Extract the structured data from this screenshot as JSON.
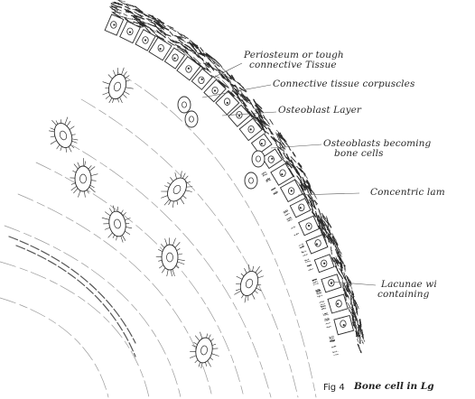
{
  "figure": {
    "caption_prefix": "Fig 4",
    "caption_text": "Bone cell in Lg",
    "labels": {
      "periosteum_1": "Periosteum or tough",
      "periosteum_2": "connective Tissue",
      "connective_corpuscles": "Connective tissue corpuscles",
      "osteoblast_layer": "Osteoblast Layer",
      "osteoblasts_becoming_1": "Osteoblasts becoming",
      "osteoblasts_becoming_2": "bone cells",
      "concentric_lamellae": "Concentric lam",
      "lacunae_1": "Lacunae wi",
      "lacunae_2": "containing"
    }
  },
  "colors": {
    "ink": "#2a2a2a",
    "faint_ink": "#8a8a8a",
    "paper": "#ffffff"
  }
}
